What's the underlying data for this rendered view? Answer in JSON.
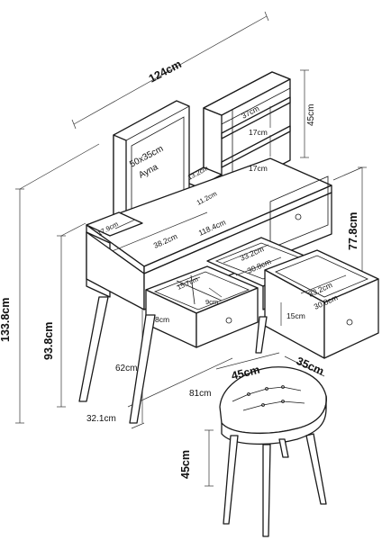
{
  "diagram": {
    "labels": {
      "total_width": "124cm",
      "total_height": "133.8cm",
      "table_height": "93.8cm",
      "right_height": "77.8cm",
      "mirror_size": "50x35cm",
      "mirror_name": "Ayna",
      "shelf_width": "37cm",
      "shelf_height": "45cm",
      "shelf_gap_1": "17cm",
      "shelf_gap_2": "17cm",
      "small_shelf_h": "13.2cm",
      "small_shelf_w": "11.2cm",
      "left_niche": "17.9cm",
      "inner_width": "118.4cm",
      "left_drawer_w": "38.2cm",
      "mid_drawer_w": "33.2cm",
      "mid_drawer_d": "30.8cm",
      "right_drawer_w": "33.2cm",
      "right_drawer_d": "30.8cm",
      "right_drawer_h": "15cm",
      "left_div_1": "15.7cm",
      "left_div_2": "9cm",
      "drawer_h_left": "8cm",
      "leg_height": "62cm",
      "depth_81": "81cm",
      "depth_32": "32.1cm",
      "stool_width": "45cm",
      "stool_depth": "35cm",
      "stool_height": "45cm"
    }
  }
}
